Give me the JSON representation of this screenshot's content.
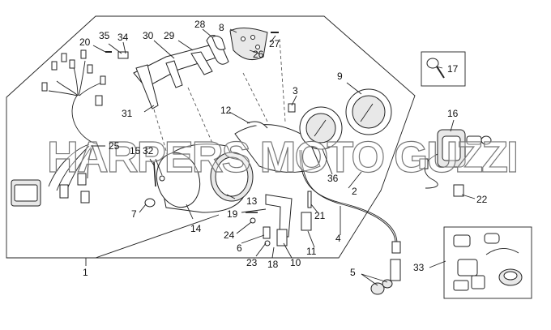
{
  "watermark": "HARPERS MOTO GUZZI",
  "callouts": [
    {
      "id": "c1",
      "text": "1"
    },
    {
      "id": "c2",
      "text": "2"
    },
    {
      "id": "c3",
      "text": "3"
    },
    {
      "id": "c4",
      "text": "4"
    },
    {
      "id": "c5",
      "text": "5"
    },
    {
      "id": "c6",
      "text": "6"
    },
    {
      "id": "c7",
      "text": "7"
    },
    {
      "id": "c8",
      "text": "8"
    },
    {
      "id": "c9",
      "text": "9"
    },
    {
      "id": "c10",
      "text": "10"
    },
    {
      "id": "c11",
      "text": "11"
    },
    {
      "id": "c12",
      "text": "12"
    },
    {
      "id": "c13",
      "text": "13"
    },
    {
      "id": "c14",
      "text": "14"
    },
    {
      "id": "c15",
      "text": "15"
    },
    {
      "id": "c16",
      "text": "16"
    },
    {
      "id": "c17",
      "text": "17"
    },
    {
      "id": "c18",
      "text": "18"
    },
    {
      "id": "c19",
      "text": "19"
    },
    {
      "id": "c20",
      "text": "20"
    },
    {
      "id": "c21",
      "text": "21"
    },
    {
      "id": "c22",
      "text": "22"
    },
    {
      "id": "c23",
      "text": "23"
    },
    {
      "id": "c24",
      "text": "24"
    },
    {
      "id": "c25",
      "text": "25"
    },
    {
      "id": "c26",
      "text": "26"
    },
    {
      "id": "c27",
      "text": "27"
    },
    {
      "id": "c28",
      "text": "28"
    },
    {
      "id": "c29",
      "text": "29"
    },
    {
      "id": "c30",
      "text": "30"
    },
    {
      "id": "c31",
      "text": "31"
    },
    {
      "id": "c32",
      "text": "32"
    },
    {
      "id": "c33",
      "text": "33"
    },
    {
      "id": "c34",
      "text": "34"
    },
    {
      "id": "c35",
      "text": "35"
    },
    {
      "id": "c36",
      "text": "36"
    }
  ]
}
